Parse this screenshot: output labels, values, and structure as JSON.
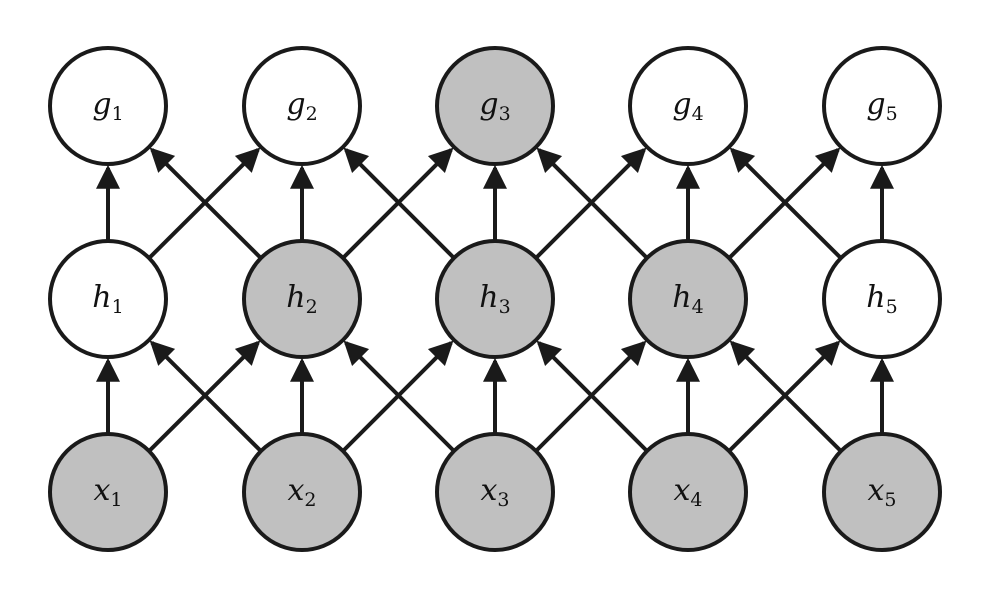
{
  "colors": {
    "shaded_fill": "#c0c0c0",
    "open_fill": "#ffffff",
    "stroke": "#1a1a1a"
  },
  "layers": [
    {
      "name": "g",
      "nodes": [
        {
          "var": "g",
          "sub": "1",
          "shaded": false
        },
        {
          "var": "g",
          "sub": "2",
          "shaded": false
        },
        {
          "var": "g",
          "sub": "3",
          "shaded": true
        },
        {
          "var": "g",
          "sub": "4",
          "shaded": false
        },
        {
          "var": "g",
          "sub": "5",
          "shaded": false
        }
      ]
    },
    {
      "name": "h",
      "nodes": [
        {
          "var": "h",
          "sub": "1",
          "shaded": false
        },
        {
          "var": "h",
          "sub": "2",
          "shaded": true
        },
        {
          "var": "h",
          "sub": "3",
          "shaded": true
        },
        {
          "var": "h",
          "sub": "4",
          "shaded": true
        },
        {
          "var": "h",
          "sub": "5",
          "shaded": false
        }
      ]
    },
    {
      "name": "x",
      "nodes": [
        {
          "var": "x",
          "sub": "1",
          "shaded": true
        },
        {
          "var": "x",
          "sub": "2",
          "shaded": true
        },
        {
          "var": "x",
          "sub": "3",
          "shaded": true
        },
        {
          "var": "x",
          "sub": "4",
          "shaded": true
        },
        {
          "var": "x",
          "sub": "5",
          "shaded": true
        }
      ]
    }
  ],
  "edges": [
    {
      "from": "x1",
      "to": "h1"
    },
    {
      "from": "x1",
      "to": "h2"
    },
    {
      "from": "x2",
      "to": "h1"
    },
    {
      "from": "x2",
      "to": "h2"
    },
    {
      "from": "x2",
      "to": "h3"
    },
    {
      "from": "x3",
      "to": "h2"
    },
    {
      "from": "x3",
      "to": "h3"
    },
    {
      "from": "x3",
      "to": "h4"
    },
    {
      "from": "x4",
      "to": "h3"
    },
    {
      "from": "x4",
      "to": "h4"
    },
    {
      "from": "x4",
      "to": "h5"
    },
    {
      "from": "x5",
      "to": "h4"
    },
    {
      "from": "x5",
      "to": "h5"
    },
    {
      "from": "h1",
      "to": "g1"
    },
    {
      "from": "h1",
      "to": "g2"
    },
    {
      "from": "h2",
      "to": "g1"
    },
    {
      "from": "h2",
      "to": "g2"
    },
    {
      "from": "h2",
      "to": "g3"
    },
    {
      "from": "h3",
      "to": "g2"
    },
    {
      "from": "h3",
      "to": "g3"
    },
    {
      "from": "h3",
      "to": "g4"
    },
    {
      "from": "h4",
      "to": "g3"
    },
    {
      "from": "h4",
      "to": "g4"
    },
    {
      "from": "h4",
      "to": "g5"
    },
    {
      "from": "h5",
      "to": "g4"
    },
    {
      "from": "h5",
      "to": "g5"
    }
  ]
}
